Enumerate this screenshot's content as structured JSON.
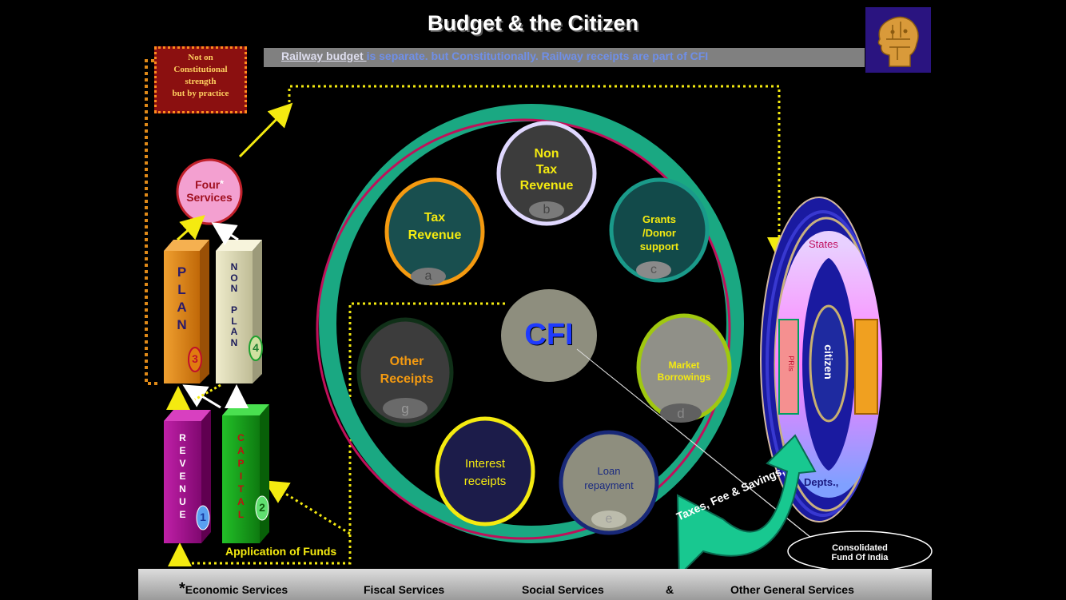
{
  "title": "Budget & the Citizen",
  "railway": {
    "link": "Railway budget ",
    "text": "is separate. but Constitutionally. Railway receipts  are  part of CFI"
  },
  "note": {
    "line1": "Not on",
    "line2": "Constitutional",
    "line3": "strength",
    "line4": "but by practice"
  },
  "four_services": {
    "label1": "Four",
    "star": "*",
    "label2": "Services"
  },
  "columns": {
    "plan": {
      "letters": "P\nL\nA\nN",
      "num": "3"
    },
    "non_plan": {
      "letters": "N\nO\nN\n \nP\nL\nA\nN",
      "num": "4"
    },
    "revenue": {
      "letters": "R\nE\nV\nE\nN\nU\nE",
      "num": "1"
    },
    "capital": {
      "letters": "C\nA\nP\nI\nT\nA\nL",
      "num": "2"
    }
  },
  "application": "Application of Funds",
  "cfi": "CFI",
  "sources": {
    "tax": {
      "label1": "Tax",
      "label2": "Revenue",
      "tag": "a"
    },
    "nontax": {
      "label1": "Non",
      "label2": "Tax",
      "label3": "Revenue",
      "tag": "b"
    },
    "grants": {
      "label1": "Grants",
      "label2": "/Donor",
      "label3": "support",
      "tag": "c"
    },
    "market": {
      "label1": "Market",
      "label2": "Borrowings",
      "tag": "d"
    },
    "loan": {
      "label1": "Loan",
      "label2": "repayment",
      "tag": "e"
    },
    "interest": {
      "label1": "Interest",
      "label2": "receipts"
    },
    "other": {
      "label1": "Other",
      "label2": "Receipts",
      "tag": "g"
    }
  },
  "citizen": {
    "states": "States",
    "depts": "Depts.,",
    "center": "citizen",
    "side": "PRIs"
  },
  "taxes": "Taxes, Fee & Savings,",
  "callout": {
    "line1": "Consolidated",
    "line2": "Fund Of India"
  },
  "bottom": {
    "star": "*",
    "economic": "Economic Services",
    "fiscal": "Fiscal Services",
    "social": "Social Services",
    "amp": "&",
    "other": "Other General Services"
  },
  "colors": {
    "orange": "#e07c10",
    "cream": "#d9d6b0",
    "magenta": "#a0108a",
    "green": "#13a317",
    "teal": "#1aa882",
    "crimson": "#c0105a",
    "yellow": "#f4ea10"
  }
}
